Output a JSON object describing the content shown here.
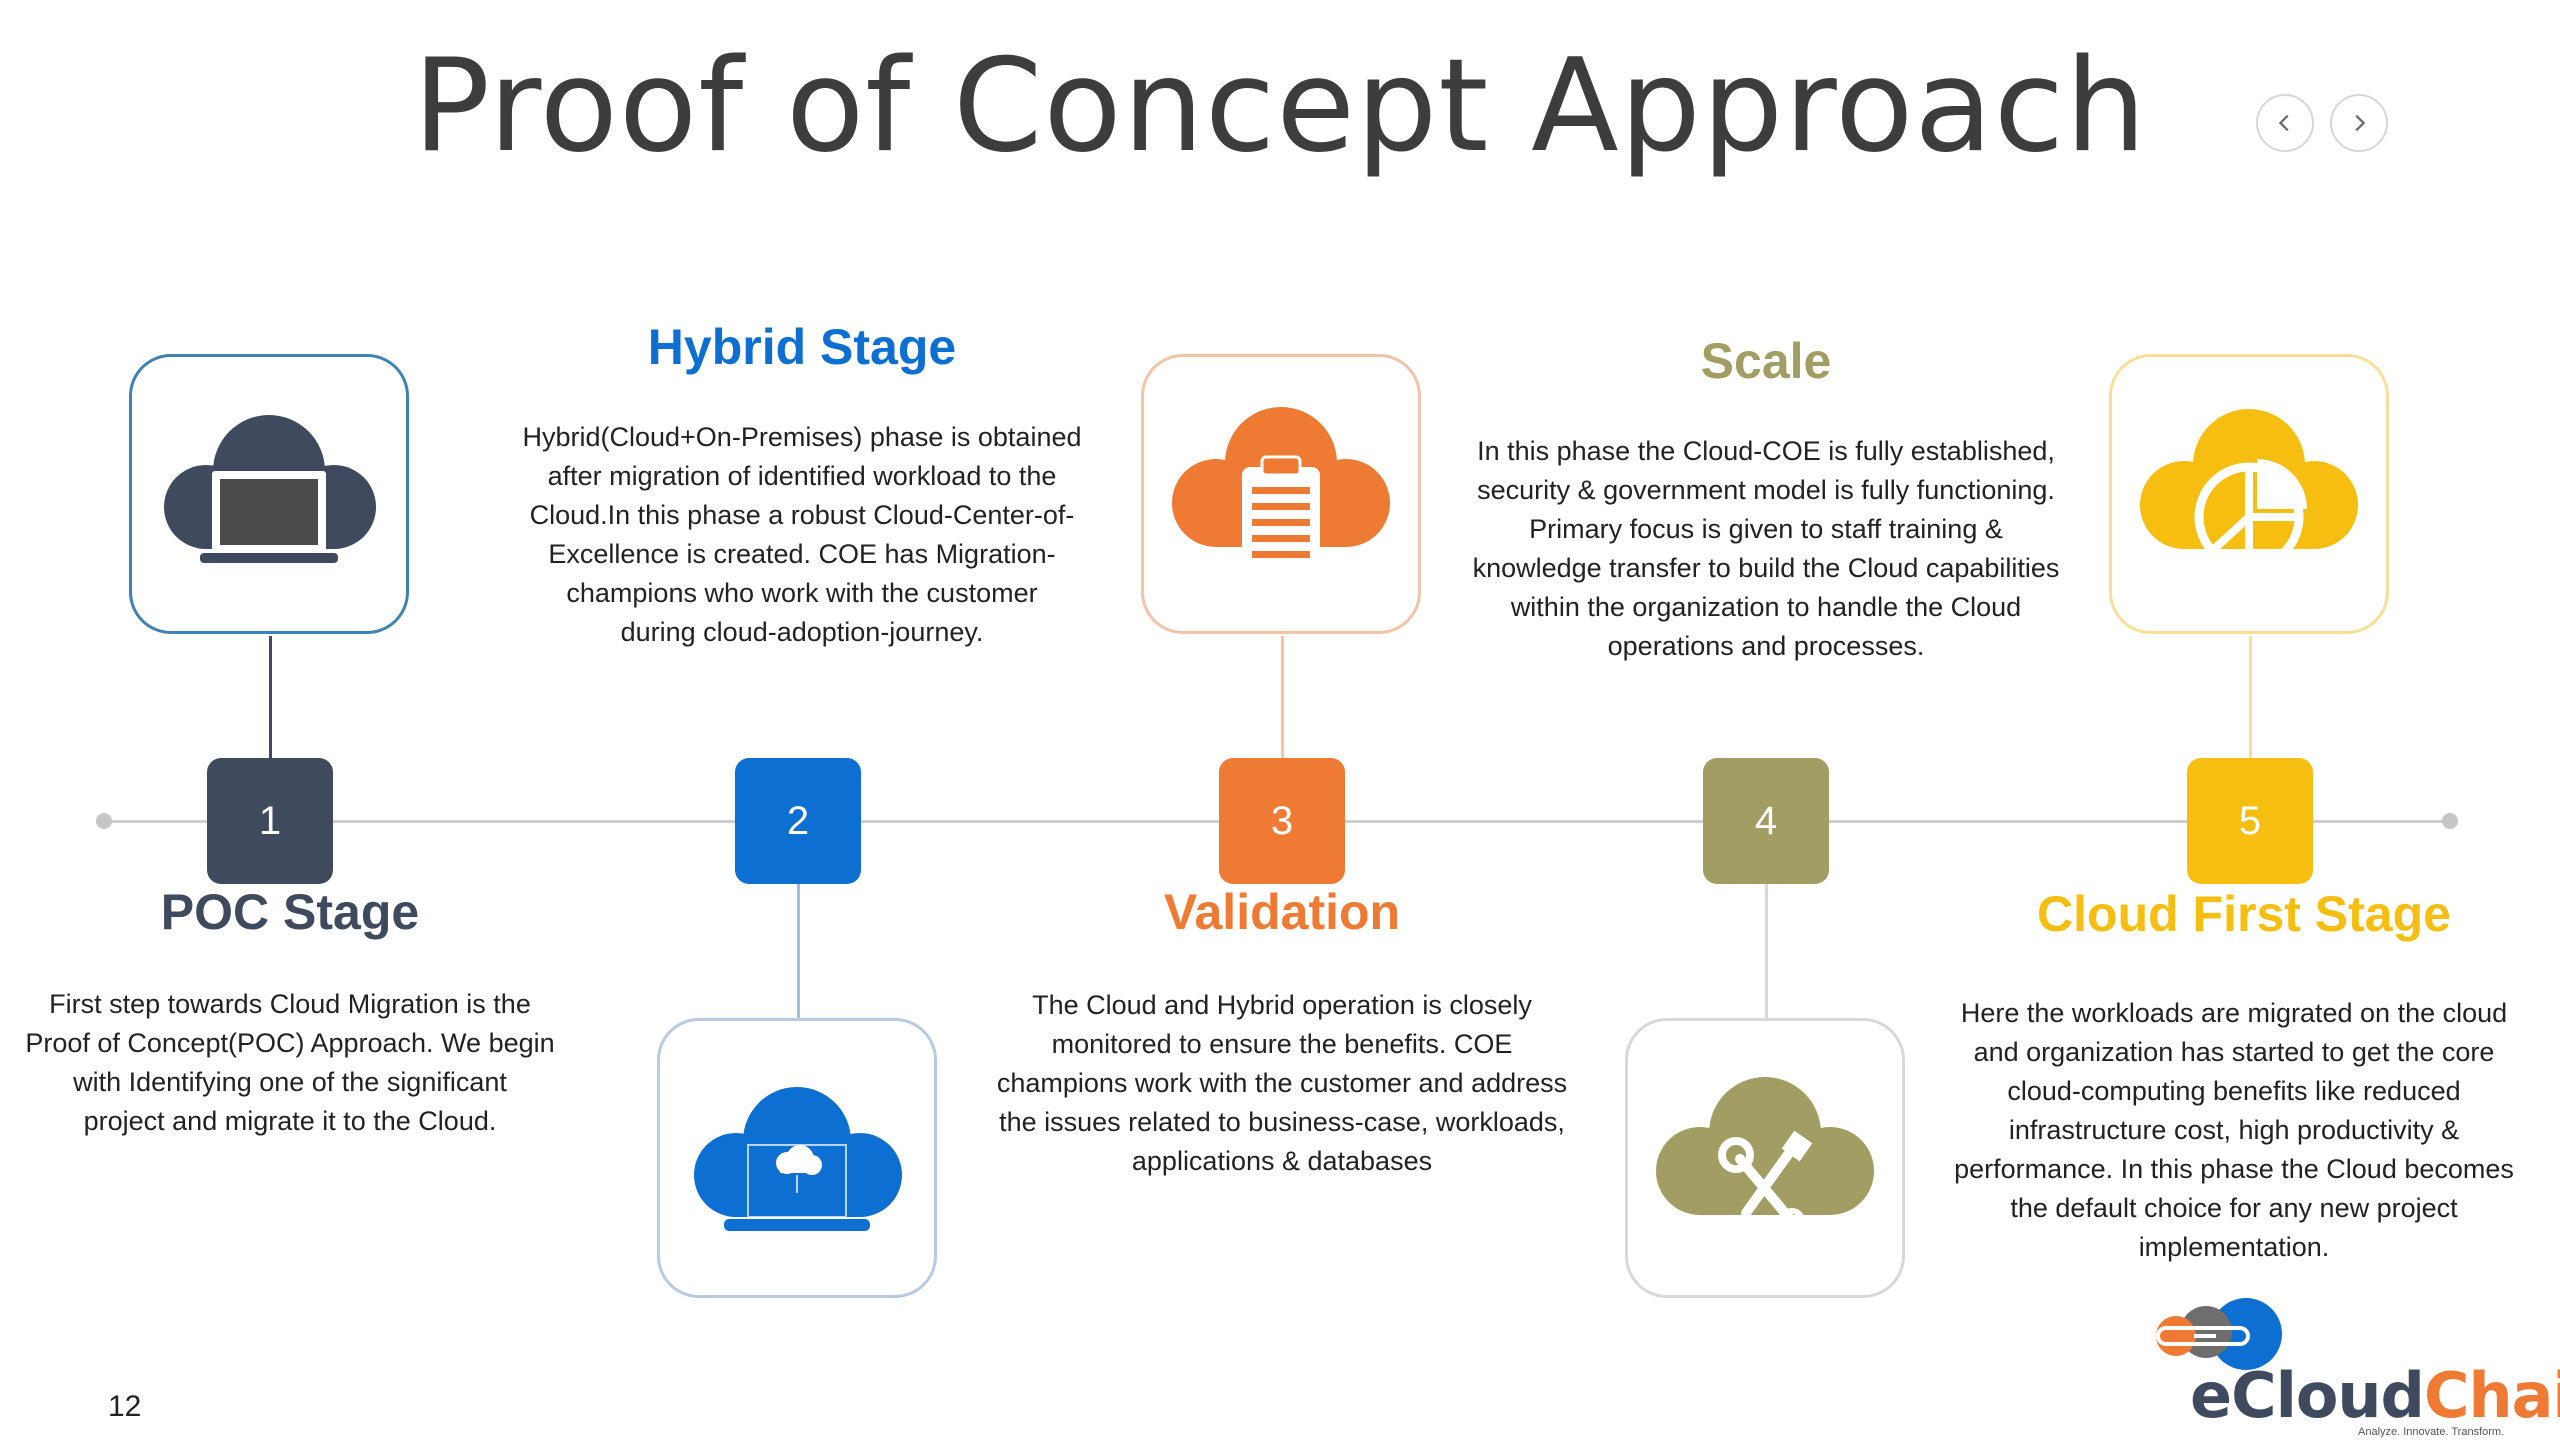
{
  "slide": {
    "title": "Proof of Concept Approach",
    "page_number": "12"
  },
  "nav": {
    "prev_icon": "chevron-left-icon",
    "next_icon": "chevron-right-icon"
  },
  "colors": {
    "stage1": "#3f4a5f",
    "stage2": "#0d6fd1",
    "stage3": "#ee7a33",
    "stage4": "#a29d63",
    "stage5": "#f6be10"
  },
  "stages": [
    {
      "number": "1",
      "heading": "POC Stage",
      "icon": "cloud-laptop-icon",
      "description": [
        "First step towards Cloud Migration is the",
        "Proof of Concept(POC) Approach. We begin",
        "with Identifying one of the significant",
        "project and migrate it to the Cloud."
      ]
    },
    {
      "number": "2",
      "heading": "Hybrid Stage",
      "icon": "cloud-computing-icon",
      "description": [
        "Hybrid(Cloud+On-Premises) phase is obtained",
        "after migration of identified workload to  the",
        "Cloud.In this phase a robust Cloud-Center-of-",
        "Excellence is created. COE has Migration-",
        "champions who work with the customer",
        "during cloud-adoption-journey."
      ]
    },
    {
      "number": "3",
      "heading": "Validation",
      "icon": "cloud-clipboard-icon",
      "description": [
        "The Cloud and Hybrid operation is closely",
        "monitored to ensure the benefits. COE",
        "champions work with the customer and address",
        "the issues related to business-case, workloads,",
        "applications & databases"
      ]
    },
    {
      "number": "4",
      "heading": "Scale",
      "icon": "cloud-tools-icon",
      "description": [
        "In this phase the Cloud-COE is fully established,",
        "security & government model is fully functioning.",
        "Primary focus is given to staff training &",
        "knowledge transfer to build the Cloud capabilities",
        "within the organization to handle the Cloud",
        "operations and processes."
      ]
    },
    {
      "number": "5",
      "heading": "Cloud First Stage",
      "icon": "cloud-pie-chart-icon",
      "description": [
        "Here the workloads are migrated on the cloud",
        "and organization has started to get the core",
        "cloud-computing benefits like reduced",
        "infrastructure cost, high productivity &",
        "performance. In this phase the Cloud becomes",
        "the default choice for any new project",
        "implementation."
      ]
    }
  ],
  "logo": {
    "brand_prefix": "e",
    "brand_main": "Cloud",
    "brand_suffix": "Chain",
    "tagline": "Analyze. Innovate. Transform.",
    "icon": "chain-cloud-logo-icon"
  }
}
